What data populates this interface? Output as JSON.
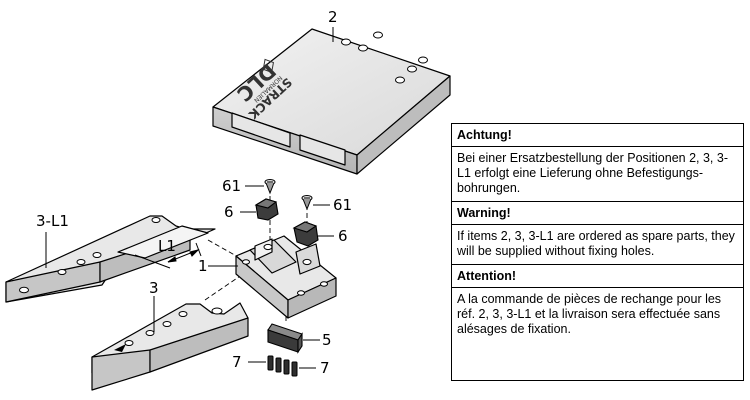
{
  "labels": {
    "part_2": "2",
    "part_1": "1",
    "part_3": "3",
    "part_3_l1": "3-L1",
    "dim_l1": "L1",
    "part_5": "5",
    "part_6_left": "6",
    "part_6_right": "6",
    "part_61_left": "61",
    "part_61_right": "61",
    "part_7_left": "7",
    "part_7_right": "7"
  },
  "logo": {
    "brand": "DLC",
    "maker": "STRACK",
    "sub": "NORMALIEN"
  },
  "notes": [
    {
      "heading": "Achtung!",
      "text": "Bei einer Ersatzbestellung der Positionen 2, 3, 3-L1 erfolgt eine Lieferung ohne Befestigungs-bohrungen."
    },
    {
      "heading": "Warning!",
      "text": "If items 2, 3, 3-L1 are ordered as spare parts, they will be supplied without fixing holes."
    },
    {
      "heading": "Attention!",
      "text": "A la commande de pièces de rechange pour les réf. 2, 3, 3-L1 et la livraison sera effectuée sans alésages de fixation."
    }
  ]
}
